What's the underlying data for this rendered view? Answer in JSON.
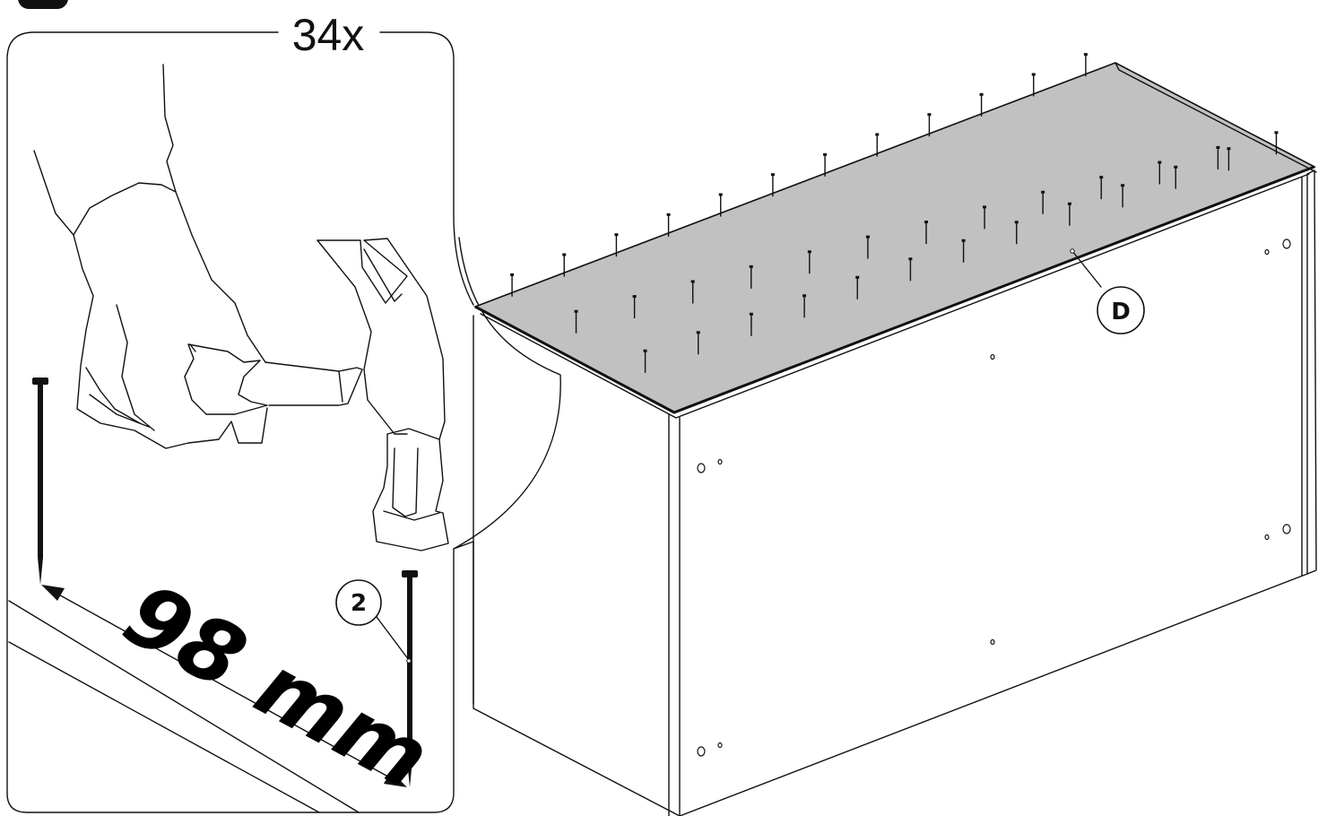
{
  "callout": {
    "quantity_text": "34x",
    "measurement_text": "98 mm",
    "nail_part_number": "2",
    "tool_icon": "hammer-icon"
  },
  "assembly": {
    "panel_label": "D",
    "panel_color": "#c1c1c1"
  }
}
